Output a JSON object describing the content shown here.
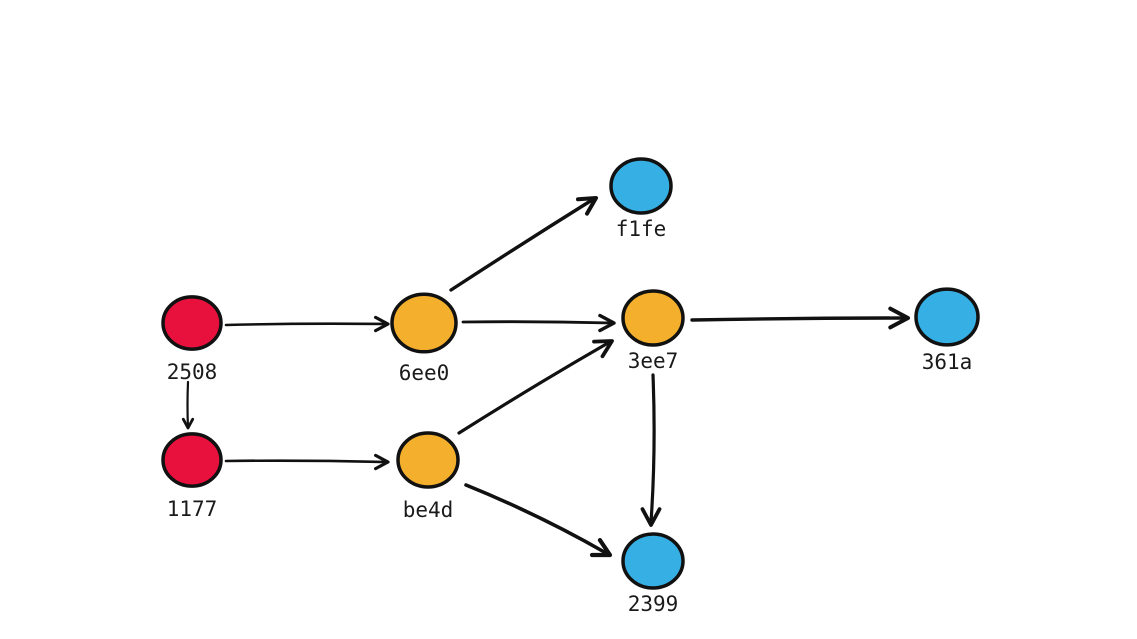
{
  "colors": {
    "red": "#e8103c",
    "orange": "#f4b02c",
    "blue": "#36b0e4"
  },
  "nodes": [
    {
      "id": "2508",
      "label": "2508",
      "color": "red"
    },
    {
      "id": "1177",
      "label": "1177",
      "color": "red"
    },
    {
      "id": "6ee0",
      "label": "6ee0",
      "color": "orange"
    },
    {
      "id": "be4d",
      "label": "be4d",
      "color": "orange"
    },
    {
      "id": "3ee7",
      "label": "3ee7",
      "color": "orange"
    },
    {
      "id": "f1fe",
      "label": "f1fe",
      "color": "blue"
    },
    {
      "id": "361a",
      "label": "361a",
      "color": "blue"
    },
    {
      "id": "2399",
      "label": "2399",
      "color": "blue"
    }
  ],
  "edges": [
    {
      "from": "2508",
      "to": "1177"
    },
    {
      "from": "2508",
      "to": "6ee0"
    },
    {
      "from": "1177",
      "to": "be4d"
    },
    {
      "from": "6ee0",
      "to": "f1fe"
    },
    {
      "from": "6ee0",
      "to": "3ee7"
    },
    {
      "from": "be4d",
      "to": "3ee7"
    },
    {
      "from": "be4d",
      "to": "2399"
    },
    {
      "from": "3ee7",
      "to": "361a"
    },
    {
      "from": "3ee7",
      "to": "2399"
    }
  ]
}
